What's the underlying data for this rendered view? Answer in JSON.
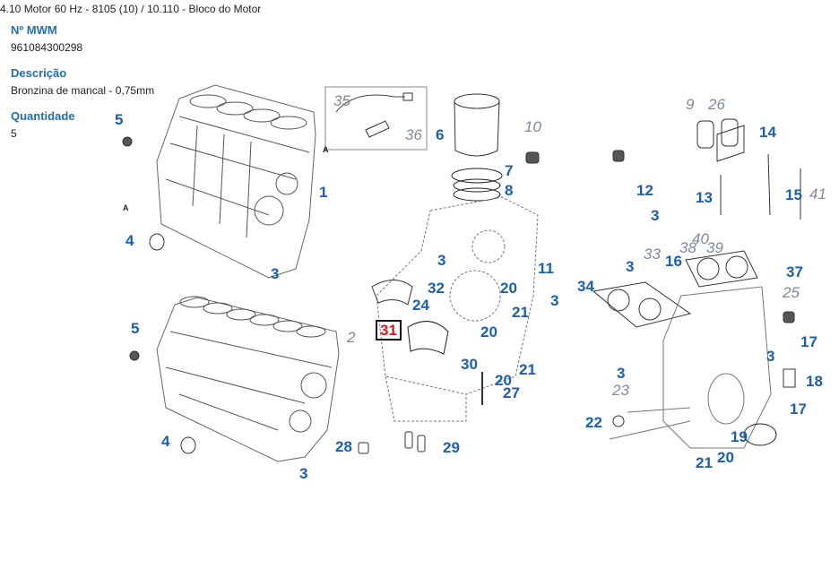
{
  "breadcrumb": "4.10 Motor 60 Hz - 8105 (10)  /  10.110 - Bloco do Motor",
  "part_info": {
    "mwm_label": "Nº MWM",
    "mwm_value": "961084300298",
    "description_label": "Descrição",
    "description_value": "Bronzina de mancal - 0,75mm",
    "quantity_label": "Quantidade",
    "quantity_value": "5"
  },
  "colors": {
    "label_blue": "#1a5fb4",
    "label_gray": "#7e8a9c",
    "selected_red": "#e8131c",
    "header_blue": "#1f6fb2"
  },
  "inset_marker": "A",
  "arrow_marker": "A",
  "callouts": [
    {
      "id": "c5a",
      "text": "5",
      "style": "main"
    },
    {
      "id": "c1",
      "text": "1",
      "style": "main"
    },
    {
      "id": "c4a",
      "text": "4",
      "style": "main"
    },
    {
      "id": "c3a",
      "text": "3",
      "style": "main"
    },
    {
      "id": "c35",
      "text": "35",
      "style": "alt"
    },
    {
      "id": "c36",
      "text": "36",
      "style": "alt"
    },
    {
      "id": "c6",
      "text": "6",
      "style": "main"
    },
    {
      "id": "c10",
      "text": "10",
      "style": "alt"
    },
    {
      "id": "c7",
      "text": "7",
      "style": "main"
    },
    {
      "id": "c8",
      "text": "8",
      "style": "main"
    },
    {
      "id": "c9",
      "text": "9",
      "style": "alt"
    },
    {
      "id": "c26",
      "text": "26",
      "style": "alt"
    },
    {
      "id": "c14",
      "text": "14",
      "style": "main"
    },
    {
      "id": "c12",
      "text": "12",
      "style": "main"
    },
    {
      "id": "c13",
      "text": "13",
      "style": "main"
    },
    {
      "id": "c15",
      "text": "15",
      "style": "main"
    },
    {
      "id": "c41",
      "text": "41",
      "style": "alt"
    },
    {
      "id": "c3b",
      "text": "3",
      "style": "main"
    },
    {
      "id": "c40",
      "text": "40",
      "style": "alt"
    },
    {
      "id": "c38",
      "text": "38",
      "style": "alt"
    },
    {
      "id": "c39",
      "text": "39",
      "style": "alt"
    },
    {
      "id": "c33",
      "text": "33",
      "style": "alt"
    },
    {
      "id": "c3c",
      "text": "3",
      "style": "main"
    },
    {
      "id": "c3d",
      "text": "3",
      "style": "main"
    },
    {
      "id": "c11",
      "text": "11",
      "style": "main"
    },
    {
      "id": "c16",
      "text": "16",
      "style": "main"
    },
    {
      "id": "c37",
      "text": "37",
      "style": "main"
    },
    {
      "id": "c32",
      "text": "32",
      "style": "main"
    },
    {
      "id": "c20a",
      "text": "20",
      "style": "main"
    },
    {
      "id": "c3e",
      "text": "3",
      "style": "main"
    },
    {
      "id": "c34",
      "text": "34",
      "style": "main"
    },
    {
      "id": "c25",
      "text": "25",
      "style": "alt"
    },
    {
      "id": "c24",
      "text": "24",
      "style": "main"
    },
    {
      "id": "c21a",
      "text": "21",
      "style": "main"
    },
    {
      "id": "c31",
      "text": "31",
      "style": "selected"
    },
    {
      "id": "c20b",
      "text": "20",
      "style": "main"
    },
    {
      "id": "c5b",
      "text": "5",
      "style": "main"
    },
    {
      "id": "c2",
      "text": "2",
      "style": "alt"
    },
    {
      "id": "c17a",
      "text": "17",
      "style": "main"
    },
    {
      "id": "c30",
      "text": "30",
      "style": "main"
    },
    {
      "id": "c21b",
      "text": "21",
      "style": "main"
    },
    {
      "id": "c3f",
      "text": "3",
      "style": "main"
    },
    {
      "id": "c20c",
      "text": "20",
      "style": "main"
    },
    {
      "id": "c23",
      "text": "23",
      "style": "alt"
    },
    {
      "id": "c27",
      "text": "27",
      "style": "main"
    },
    {
      "id": "c18",
      "text": "18",
      "style": "main"
    },
    {
      "id": "c3g",
      "text": "3",
      "style": "main"
    },
    {
      "id": "c17b",
      "text": "17",
      "style": "main"
    },
    {
      "id": "c22",
      "text": "22",
      "style": "main"
    },
    {
      "id": "c4b",
      "text": "4",
      "style": "main"
    },
    {
      "id": "c28",
      "text": "28",
      "style": "main"
    },
    {
      "id": "c29",
      "text": "29",
      "style": "main"
    },
    {
      "id": "c19",
      "text": "19",
      "style": "main"
    },
    {
      "id": "c21c",
      "text": "21",
      "style": "main"
    },
    {
      "id": "c20d",
      "text": "20",
      "style": "main"
    },
    {
      "id": "c3h",
      "text": "3",
      "style": "main"
    }
  ]
}
